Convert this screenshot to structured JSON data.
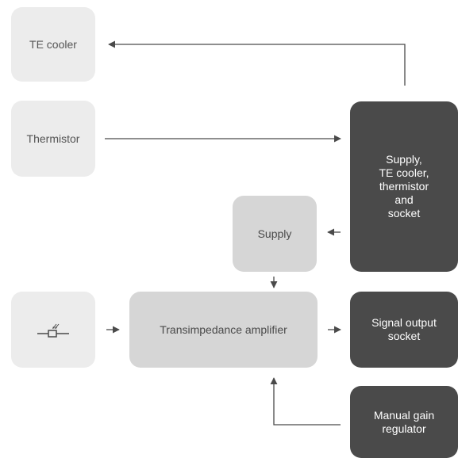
{
  "blocks": {
    "te_cooler": "TE cooler",
    "thermistor": "Thermistor",
    "controller": "Supply,\nTE cooler,\nthermistor\nand\nsocket",
    "supply": "Supply",
    "transimpedance": "Transimpedance amplifier",
    "signal_output": "Signal output\nsocket",
    "gain_regulator": "Manual gain\nregulator"
  },
  "icons": {
    "photodiode": "photodiode-icon"
  },
  "colors": {
    "light_block": "#ececec",
    "supply_block": "#d6d6d6",
    "dark_block": "#4a4a4a",
    "connector": "#4a4a4a"
  }
}
